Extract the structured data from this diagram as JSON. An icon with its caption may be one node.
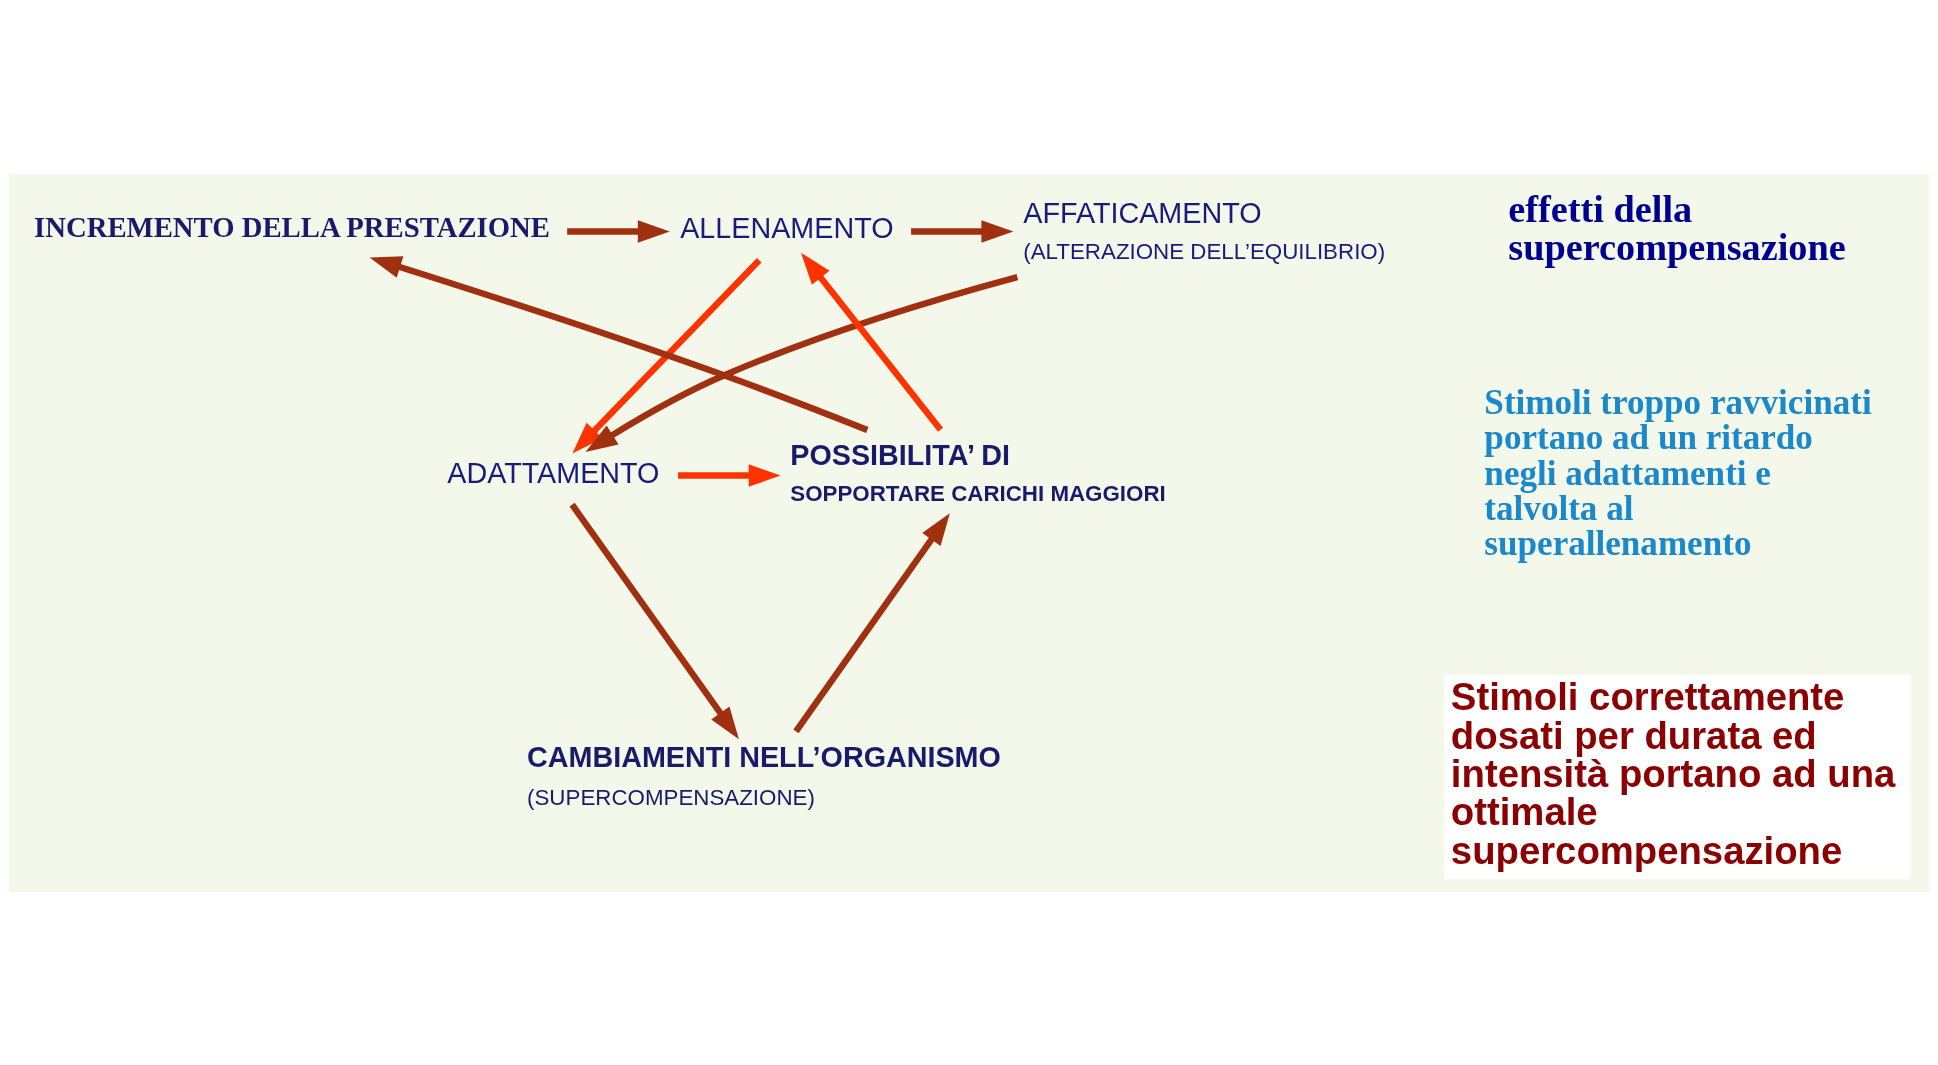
{
  "diagram": {
    "nodes": [
      {
        "text": [
          "ALLENAMENTO"
        ]
      },
      {
        "text": [
          "AFFATICAMENTO",
          "(ALTERAZIONE DELL’EQUILIBRIO)"
        ]
      },
      {
        "text": [
          "ADATTAMENTO"
        ]
      },
      {
        "text": [
          "CAMBIAMENTI NELL’ORGANISMO",
          "(SUPERCOMPENSAZIONE)"
        ]
      },
      {
        "text": [
          "POSSIBILITA’ DI",
          "SOPPORTARE CARICHI MAGGIORI"
        ]
      },
      {
        "text": [
          "INCREMENTO DELLA PRESTAZIONE"
        ]
      }
    ],
    "edges": [
      {
        "from": 0,
        "to": 1,
        "arrow": "to"
      },
      {
        "from": 1,
        "to": 2,
        "arrow": "to"
      },
      {
        "from": 2,
        "to": 3,
        "arrow": "to"
      },
      {
        "from": 3,
        "to": 4,
        "arrow": "to"
      },
      {
        "from": 4,
        "to": 5,
        "arrow": "to"
      },
      {
        "from": 5,
        "to": 0,
        "arrow": "to"
      },
      {
        "from": 0,
        "to": 2,
        "arrow": "to",
        "color": "#ff3300"
      },
      {
        "from": 2,
        "to": 4,
        "arrow": "to",
        "color": "#ff3300"
      },
      {
        "from": 4,
        "to": 0,
        "arrow": "to",
        "color": "#ff3300"
      }
    ],
    "labels": [
      "effetti della supercompensazione",
      "Stimoli troppo ravvicinati portano ad un ritardo negli adattamenti e talvolta al superallenamento",
      "Stimoli correttamente dosati per durata ed intensità portano ad una ottimale supercompensazione"
    ]
  }
}
